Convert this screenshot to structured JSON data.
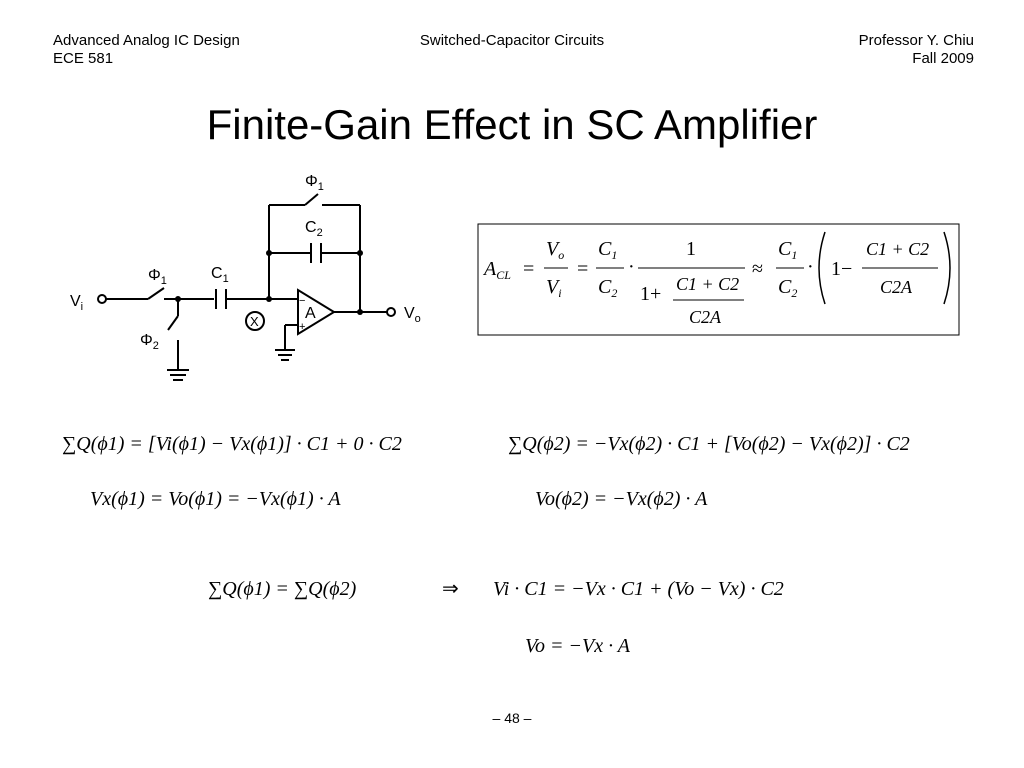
{
  "header": {
    "course": "Advanced Analog IC Design",
    "course_code": "ECE 581",
    "topic": "Switched-Capacitor Circuits",
    "instructor": "Professor Y. Chiu",
    "term": "Fall 2009"
  },
  "title": "Finite-Gain Effect in SC Amplifier",
  "circuit": {
    "phi1_top": "Φ",
    "phi1_top_sub": "1",
    "c2": "C",
    "c2_sub": "2",
    "phi1_left": "Φ",
    "phi1_left_sub": "1",
    "c1": "C",
    "c1_sub": "1",
    "vi": "V",
    "vi_sub": "i",
    "phi2": "Φ",
    "phi2_sub": "2",
    "node_x": "X",
    "amp": "A",
    "amp_minus": "−",
    "amp_plus": "+",
    "vo": "V",
    "vo_sub": "o"
  },
  "equations": {
    "acl": {
      "lhs": "A",
      "lhs_sub": "CL",
      "eq": "=",
      "frac1_num": "V",
      "frac1_num_sub": "o",
      "frac1_den": "V",
      "frac1_den_sub": "i",
      "frac2_num": "C",
      "frac2_num_sub": "1",
      "frac2_den": "C",
      "frac2_den_sub": "2",
      "dot": "·",
      "frac3_num": "1",
      "frac3_den_prefix": "1+",
      "inner_num": "C1 + C2",
      "inner_den": "C2A",
      "approx": "≈",
      "frac4_num": "C",
      "frac4_num_sub": "1",
      "frac4_den": "C",
      "frac4_den_sub": "2",
      "paren_one": "1−",
      "frac5_num": "C1 + C2",
      "frac5_den": "C2A"
    },
    "sum_phi1": "∑Q(ϕ1) = [Vi(ϕ1) − Vx(ϕ1)] · C1 + 0 · C2",
    "vx_phi1": "Vx(ϕ1) = Vo(ϕ1) = −Vx(ϕ1) · A",
    "sum_phi2": "∑Q(ϕ2) = −Vx(ϕ2) · C1 + [Vo(ϕ2) − Vx(ϕ2)] · C2",
    "vo_phi2": "Vo(ϕ2) = −Vx(ϕ2) · A",
    "conservation": "∑Q(ϕ1) = ∑Q(ϕ2)",
    "implies": "⇒",
    "result": "Vi · C1 = −Vx · C1 + (Vo − Vx) · C2",
    "final": "Vo = −Vx · A"
  },
  "footer": {
    "page": "– 48 –"
  }
}
